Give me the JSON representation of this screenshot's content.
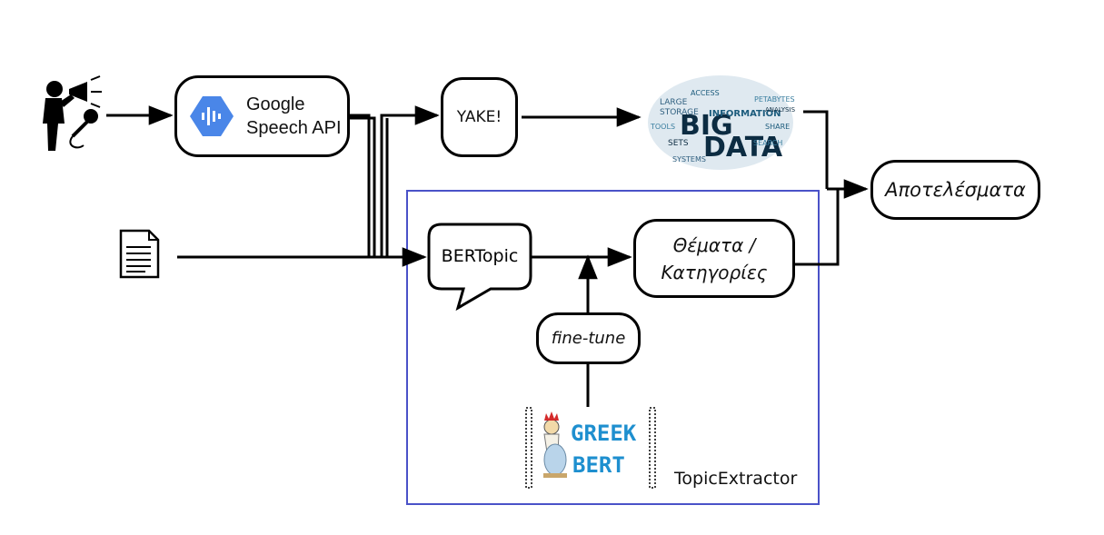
{
  "google": {
    "line1": "Google",
    "line2": "Speech API"
  },
  "yake": {
    "label": "YAKE!"
  },
  "bertopic": {
    "label": "BERTopic"
  },
  "themes": {
    "line1": "Θέματα /",
    "line2": "Κατηγορίες"
  },
  "finetune": {
    "label": "fine-tune"
  },
  "results": {
    "label": "Αποτελέσματα"
  },
  "topic_extractor": {
    "label": "TopicExtractor"
  },
  "wordcloud": {
    "big": "BIG",
    "data": "DATA",
    "words": [
      "INFORMATION",
      "LARGE",
      "STORAGE",
      "SETS",
      "PETABYTES",
      "SEARCH",
      "ANALYSIS",
      "ACCESS",
      "TOOLS",
      "SHARE",
      "SYSTEMS"
    ]
  },
  "greekbert": {
    "line1": "GREEK",
    "line2": "BERT"
  },
  "colors": {
    "frame": "#4a52c8",
    "line": "#000000",
    "bert_blue": "#1e8fcf",
    "cloud_dark": "#0c2c42",
    "google_blue": "#4a86e8"
  }
}
